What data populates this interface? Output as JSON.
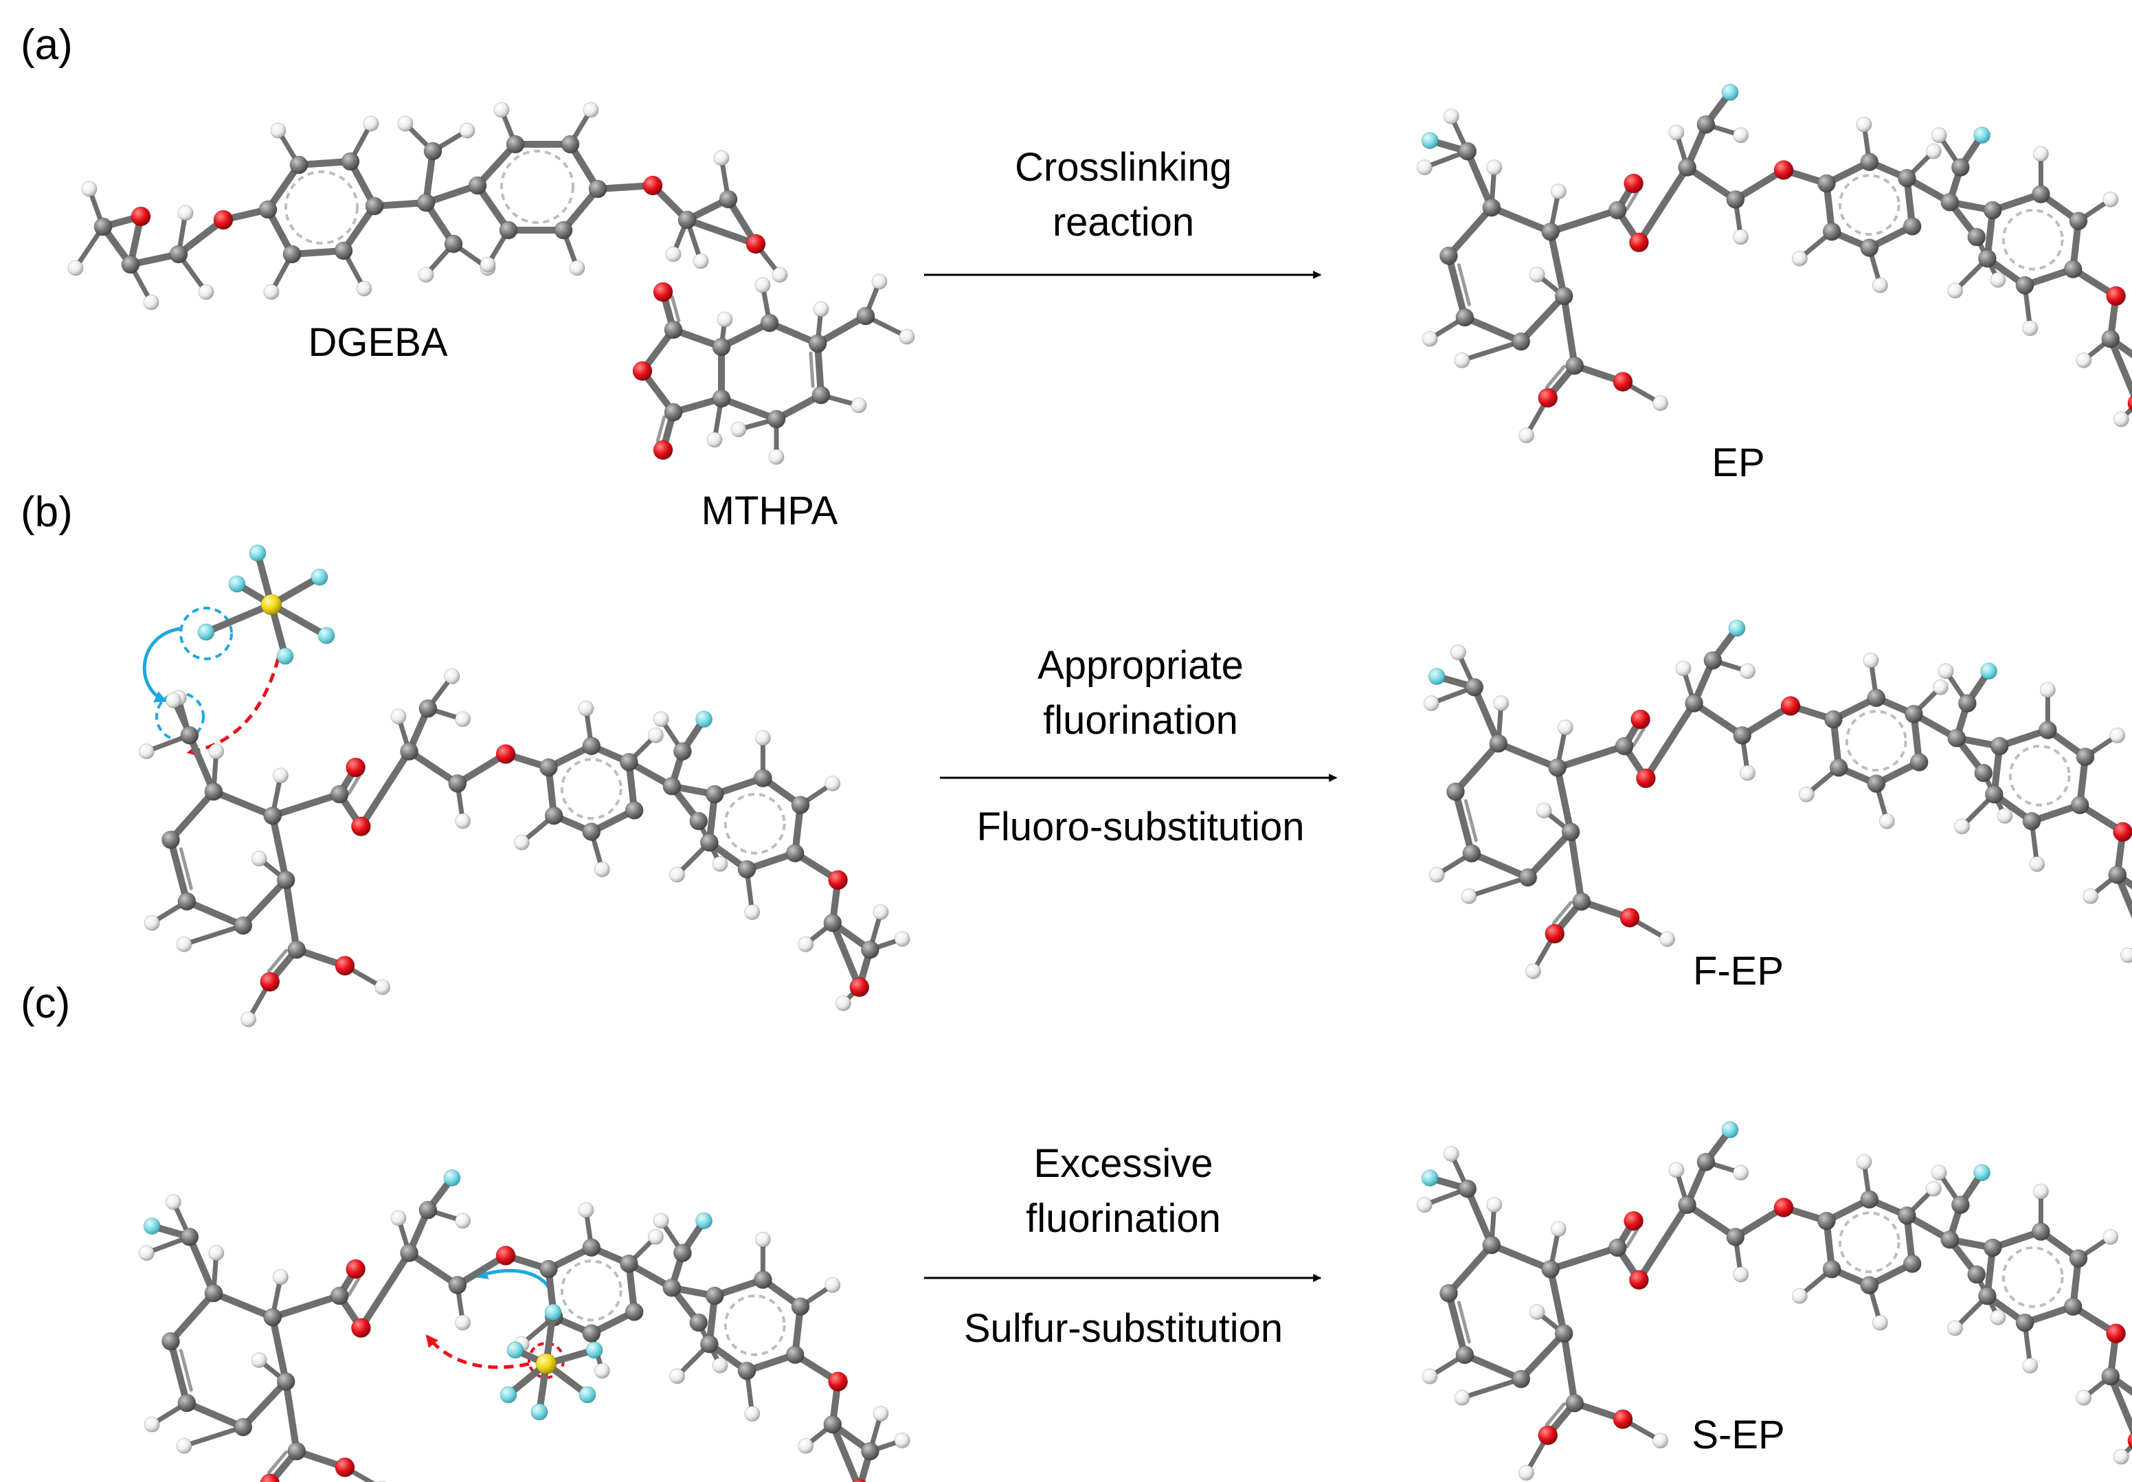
{
  "panels": {
    "a": {
      "label": "(a)",
      "reactant_1": "DGEBA",
      "reactant_2": "MTHPA",
      "arrow_top_line1": "Crosslinking",
      "arrow_top_line2": "reaction",
      "product": "EP"
    },
    "b": {
      "label": "(b)",
      "arrow_top_line1": "Appropriate",
      "arrow_top_line2": "fluorination",
      "arrow_bottom": "Fluoro-substitution",
      "product": "F-EP"
    },
    "c": {
      "label": "(c)",
      "arrow_top_line1": "Excessive",
      "arrow_top_line2": "fluorination",
      "arrow_bottom": "Sulfur-substitution",
      "product": "S-EP"
    }
  },
  "atom_colors": {
    "carbon": "#7a7a7a",
    "hydrogen": "#ececec",
    "oxygen": "#e8121b",
    "fluorine": "#7fdce6",
    "sulfur": "#f2d713"
  },
  "pathway_colors": {
    "fluorine_transfer": "#1fa8e0",
    "hydrogen_transfer": "#e8121b"
  }
}
